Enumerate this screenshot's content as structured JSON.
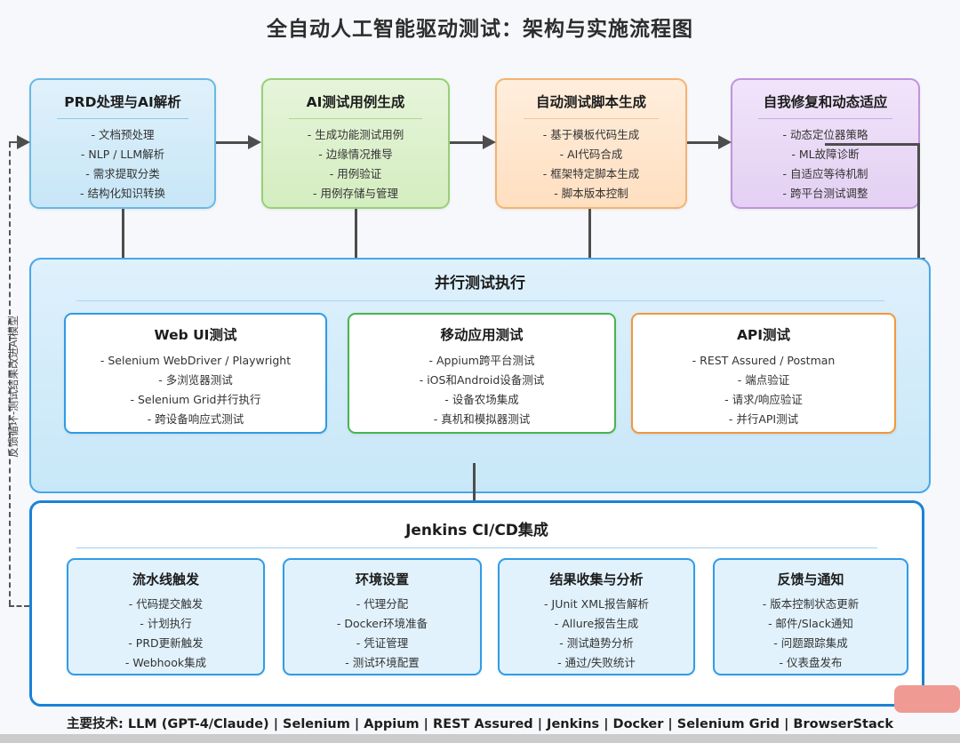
{
  "title": "全自动人工智能驱动测试：架构与实施流程图",
  "feedback_label": "反馈循环-测试结果改进AI模型",
  "top_row": [
    {
      "title": "PRD处理与AI解析",
      "items": [
        "- 文档预处理",
        "- NLP / LLM解析",
        "- 需求提取分类",
        "- 结构化知识转换"
      ]
    },
    {
      "title": "AI测试用例生成",
      "items": [
        "- 生成功能测试用例",
        "- 边缘情况推导",
        "- 用例验证",
        "- 用例存储与管理"
      ]
    },
    {
      "title": "自动测试脚本生成",
      "items": [
        "- 基于模板代码生成",
        "- AI代码合成",
        "- 框架特定脚本生成",
        "- 脚本版本控制"
      ]
    },
    {
      "title": "自我修复和动态适应",
      "items": [
        "- 动态定位器策略",
        "- ML故障诊断",
        "- 自适应等待机制",
        "- 跨平台测试调整"
      ]
    }
  ],
  "parallel_section": {
    "title": "并行测试执行",
    "boxes": [
      {
        "title": "Web UI测试",
        "items": [
          "- Selenium WebDriver / Playwright",
          "- 多浏览器测试",
          "- Selenium Grid并行执行",
          "- 跨设备响应式测试"
        ]
      },
      {
        "title": "移动应用测试",
        "items": [
          "- Appium跨平台测试",
          "- iOS和Android设备测试",
          "- 设备农场集成",
          "- 真机和模拟器测试"
        ]
      },
      {
        "title": "API测试",
        "items": [
          "- REST Assured / Postman",
          "- 端点验证",
          "- 请求/响应验证",
          "- 并行API测试"
        ]
      }
    ]
  },
  "jenkins_section": {
    "title": "Jenkins CI/CD集成",
    "boxes": [
      {
        "title": "流水线触发",
        "items": [
          "- 代码提交触发",
          "- 计划执行",
          "- PRD更新触发",
          "- Webhook集成"
        ]
      },
      {
        "title": "环境设置",
        "items": [
          "- 代理分配",
          "- Docker环境准备",
          "- 凭证管理",
          "- 测试环境配置"
        ]
      },
      {
        "title": "结果收集与分析",
        "items": [
          "- JUnit XML报告解析",
          "- Allure报告生成",
          "- 测试趋势分析",
          "- 通过/失败统计"
        ]
      },
      {
        "title": "反馈与通知",
        "items": [
          "- 版本控制状态更新",
          "- 邮件/Slack通知",
          "- 问题跟踪集成",
          "- 仪表盘发布"
        ]
      }
    ]
  },
  "footer": "主要技术: LLM (GPT-4/Claude) | Selenium | Appium | REST Assured | Jenkins | Docker | Selenium Grid | BrowserStack",
  "colors": {
    "prd_border": "#6ab9e4",
    "testcase_border": "#97d077",
    "script_border": "#f5b371",
    "selfheal_border": "#bf94dd",
    "parallel_border": "#49a7e8",
    "jenkins_border": "#1a82d6",
    "arrow": "#4d4d4d",
    "watermark": "#ef9a93"
  }
}
